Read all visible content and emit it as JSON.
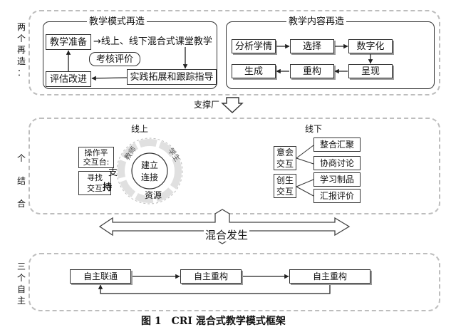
{
  "rows": {
    "row1_label": "两个再造：",
    "row2_label": "个结合",
    "row3_label": "三个自主"
  },
  "teaching_mode": {
    "title": "教学模式再造",
    "prepare": "教学准备",
    "online_offline": "→线上、线下混合式课堂教学",
    "assessment": "考核评价",
    "evaluate": "评估改进",
    "practice": "实践拓展和跟踪指导"
  },
  "teaching_content": {
    "title": "教学内容再造",
    "analyze": "分析学情",
    "select": "选择",
    "digitize": "数字化",
    "generate": "生成",
    "restructure": "重构",
    "present": "呈现"
  },
  "support_label": "支撑厂",
  "combination": {
    "online_title": "线上",
    "offline_title": "线下",
    "operate_platform": "操作平\n交互台:",
    "seek_help": "寻找\n交互",
    "support_char": "支",
    "hold_char": "持",
    "build": "建立",
    "connect": "连接",
    "resource": "资源",
    "teacher": "教师",
    "student": "学生",
    "meaning_interact": "意会\n交互",
    "create_interact": "创生\n交互",
    "integrate": "整合汇聚",
    "discuss": "协商讨论",
    "learn_make": "学习制品",
    "report": "汇报评价"
  },
  "mix_label": "混合发生",
  "autonomy": {
    "connect": "自主联通",
    "restructure1": "自主重构",
    "restructure2": "自主重构"
  },
  "caption": "图 1　CRI 混合式教学模式框架"
}
